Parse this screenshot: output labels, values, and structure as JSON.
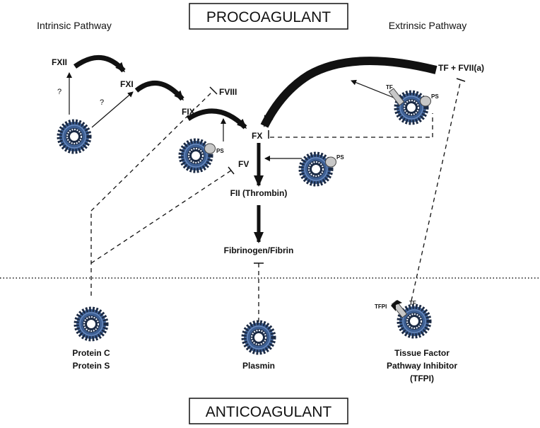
{
  "title": "PROCOAGULANT",
  "bottom_title": "ANTICOAGULANT",
  "pathways": {
    "intrinsic": "Intrinsic Pathway",
    "extrinsic": "Extrinsic Pathway"
  },
  "factors": {
    "fxii": "FXII",
    "fxi": "FXI",
    "fix": "FIX",
    "fviii": "FVIII",
    "fx": "FX",
    "fv": "FV",
    "fii": "FII (Thrombin)",
    "fibrin": "Fibrinogen/Fibrin",
    "tf_fvii": "TF + FVII(a)"
  },
  "marks": {
    "question": "?",
    "ps": "PS",
    "tf": "TF",
    "tfpi": "TFPI"
  },
  "inhibitors": {
    "protein_c_line1": "Protein C",
    "protein_c_line2": "Protein S",
    "plasmin": "Plasmin",
    "tfpi_line1": "Tissue Factor",
    "tfpi_line2": "Pathway Inhibitor",
    "tfpi_line3": "(TFPI)"
  },
  "colors": {
    "microparticle": "#3d5f93",
    "microparticle_dark": "#1b2a44",
    "ligand": "#c8c8c8"
  }
}
